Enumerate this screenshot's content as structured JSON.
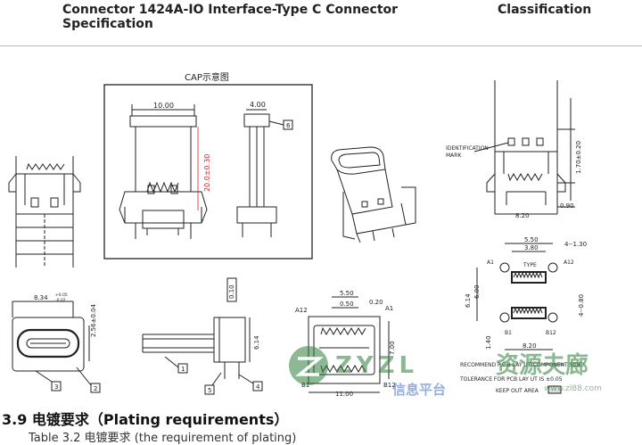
{
  "header": {
    "title_line1": "Connector 1424A-IO  Interface-Type C Connector",
    "title_line2": "Specification",
    "classification": "Classification"
  },
  "drawing": {
    "cap_label": "CAP示意图",
    "cap_width": "10.00",
    "cap_height": "20.0±0.30",
    "cap_side": "4.00",
    "balloon_6": "6",
    "right_id_mark_1": "IDENTIFICATION",
    "right_id_mark_2": "MARK",
    "right_height": "1.70±0.20",
    "right_width": "8.20",
    "right_offset": "0.90",
    "front_w": "8.34",
    "front_tol_top": "+0.05",
    "front_tol_bot": "-0.02",
    "front_h": "2.56±0.04",
    "balloon_1": "1",
    "balloon_2": "2",
    "balloon_3": "3",
    "balloon_4": "4",
    "balloon_5": "5",
    "side_flat": "0.10",
    "side_len": "6.14",
    "pcb_a12": "A12",
    "pcb_a1": "A1",
    "pcb_b1": "B1",
    "pcb_b12": "B12",
    "pcb_550": "5.50",
    "pcb_050": "0.50",
    "pcb_020": "0.20",
    "pcb_700": "7.00",
    "pcb_1100": "11.00",
    "lay_550": "5.50",
    "lay_380": "3.80",
    "lay_4130": "4--1.30",
    "lay_a1": "A1",
    "lay_a12": "A12",
    "lay_type": "TYPE",
    "lay_614": "6.14",
    "lay_600": "6.00",
    "lay_4080": "4--0.80",
    "lay_140": "1.40",
    "lay_b1": "B1",
    "lay_b12": "B12",
    "lay_820": "8.20",
    "note1": "RECOMMEND P.C.B LAY UT(COMPONENT SIDE)",
    "note2": "TOLERANCE FOR PCB LAY UT IS ±0.05",
    "note3": "KEEP OUT AREA"
  },
  "watermark": {
    "latin": "ZYZL",
    "cjk": "资源夫廊",
    "sub": "信息平台",
    "url": "www.zl88.com"
  },
  "section": {
    "heading": "3.9 电镀要求（Plating requirements）",
    "subheading": "Table 3.2 电镀要求 (the requirement of plating)"
  },
  "colors": {
    "line": "#222222",
    "watermark_green": "#2e7d3a",
    "watermark_blue": "#3d6fc4"
  }
}
